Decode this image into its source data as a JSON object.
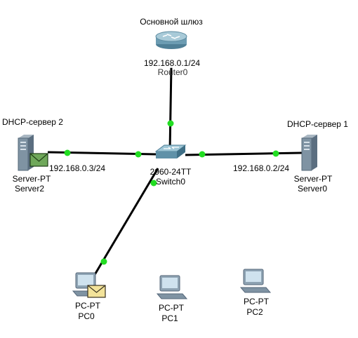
{
  "labels": {
    "gateway_caption": "Основной шлюз",
    "dhcp2_caption": "DHCP-сервер 2",
    "dhcp1_caption": "DHCP-сервер 1"
  },
  "devices": {
    "router": {
      "ip": "192.168.0.1/24",
      "name": "Router0"
    },
    "switch": {
      "model": "2960-24TT",
      "name": "Switch0"
    },
    "server2": {
      "type": "Server-PT",
      "name": "Server2",
      "ip": "192.168.0.3/24"
    },
    "server0": {
      "type": "Server-PT",
      "name": "Server0",
      "ip": "192.168.0.2/24"
    },
    "pc0": {
      "type": "PC-PT",
      "name": "PC0"
    },
    "pc1": {
      "type": "PC-PT",
      "name": "PC1"
    },
    "pc2": {
      "type": "PC-PT",
      "name": "PC2"
    }
  },
  "colors": {
    "link": "#000000",
    "link_up": "#22dd22",
    "pdu_green": "#6fa85a",
    "pdu_yellow": "#f3e39a"
  }
}
